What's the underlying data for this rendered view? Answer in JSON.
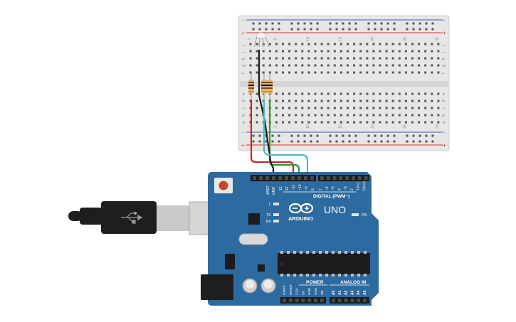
{
  "breadboard": {
    "plus_label": "+",
    "minus_label": "-",
    "row_letters_top": [
      "j",
      "i",
      "h",
      "g",
      "f"
    ],
    "row_letters_bottom": [
      "e",
      "d",
      "c",
      "b",
      "a"
    ],
    "column_numbers": [
      "1",
      "",
      "",
      "",
      "5",
      "",
      "",
      "",
      "",
      "10",
      "",
      "",
      "",
      "",
      "15",
      "",
      "",
      "",
      "",
      "20",
      "",
      "",
      "",
      "",
      "25",
      "",
      "",
      "",
      "",
      "30"
    ]
  },
  "arduino": {
    "brand": "ARDUINO",
    "model": "UNO",
    "digital_label": "DIGITAL (PWM~)",
    "power_label": "POWER",
    "analog_label": "ANALOG IN",
    "on_label": "ON",
    "l_label": "L",
    "tx_label": "TX",
    "rx_label": "RX",
    "aref_label": "AREF",
    "gnd_label": "GND",
    "digital_pins": [
      "13",
      "12",
      "~11",
      "~10",
      "~9",
      "8",
      "7",
      "~6",
      "~5",
      "4",
      "~3",
      "2",
      "TX>1",
      "RX<0"
    ],
    "power_pins": [
      "IOREF",
      "RESET",
      "3.3V",
      "5V",
      "GND",
      "GND",
      "Vin"
    ],
    "analog_pins": [
      "A0",
      "A1",
      "A2",
      "A3",
      "A4",
      "A5"
    ]
  },
  "colors": {
    "board_blue": "#2d6aa0",
    "breadboard_bg": "#e8e8e8",
    "rail_red": "#d9322b",
    "rail_blue": "#3b5fa8",
    "wire_red": "#d42424",
    "wire_green": "#2f9a3a",
    "wire_black": "#1a1a1a",
    "wire_cyan": "#52b9c3",
    "usb_black": "#1e1e1e",
    "usb_metal": "#c9c9c9"
  }
}
